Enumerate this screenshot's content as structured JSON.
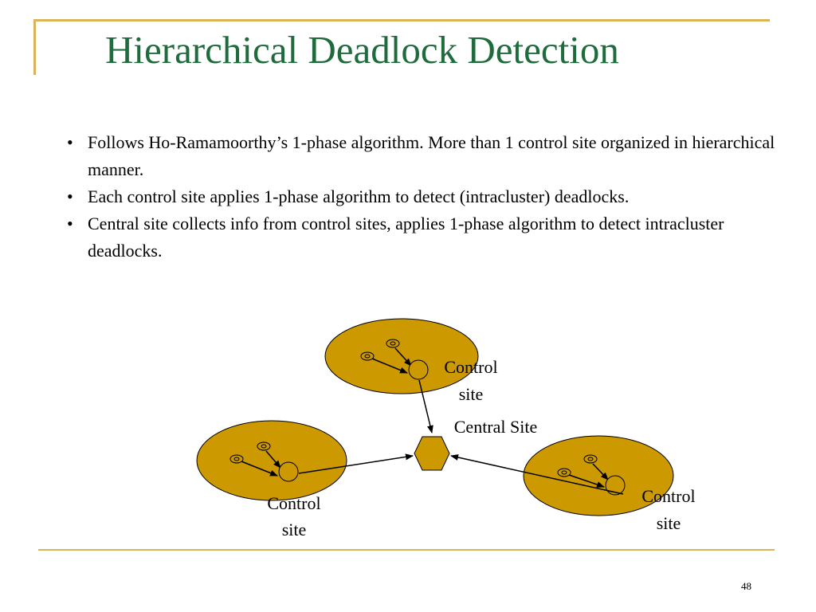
{
  "slide": {
    "title": "Hierarchical Deadlock Detection",
    "page_number": "48",
    "bullets": [
      "Follows Ho-Ramamoorthy’s 1-phase algorithm. More than 1 control site organized in hierarchical manner.",
      "Each control site applies 1-phase algorithm to detect (intracluster) deadlocks.",
      "Central site collects info from control sites, applies 1-phase algorithm to detect intracluster deadlocks."
    ]
  },
  "diagram": {
    "central_label": "Central Site",
    "control_label_line1": "Control",
    "control_label_line2": "site",
    "colors": {
      "cluster_fill": "#CC9900",
      "accent": "#DAB45A",
      "title": "#1E6B3C",
      "stroke": "#000000"
    }
  }
}
